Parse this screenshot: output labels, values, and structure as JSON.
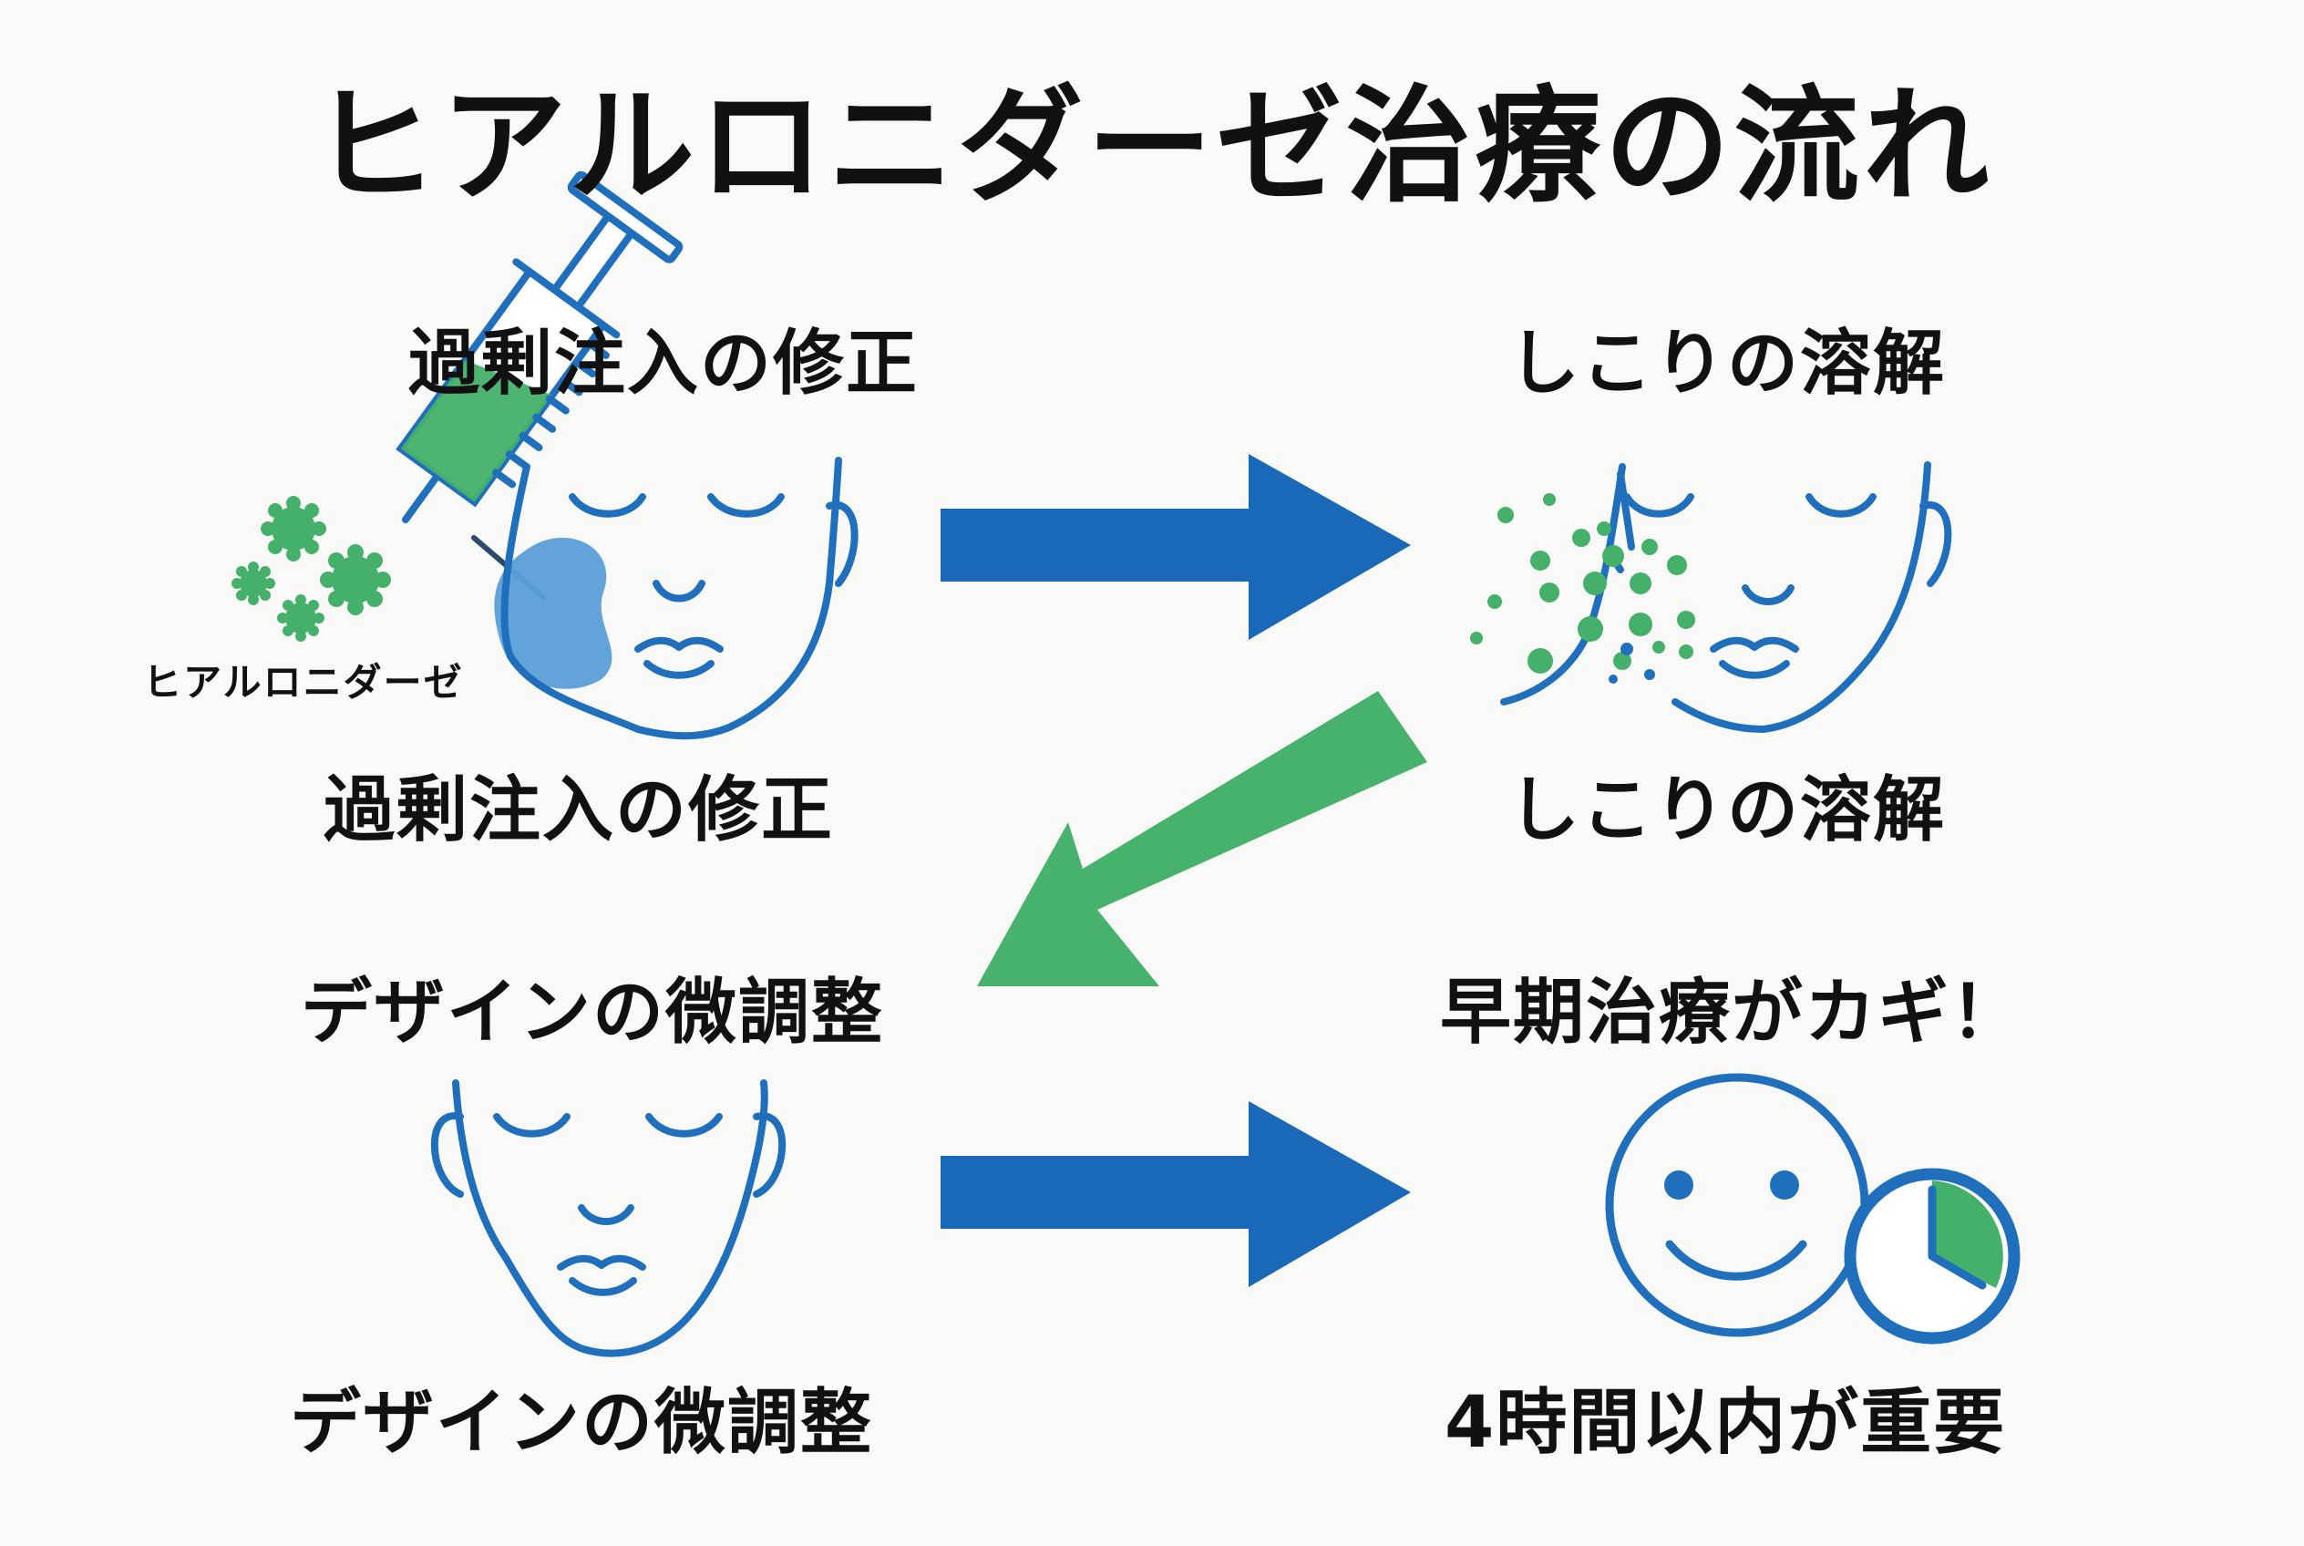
{
  "title": "ヒアルロニダーゼ治療の流れ",
  "steps": {
    "correction": {
      "heading": "過剰注入の修正",
      "caption": "過剰注入の修正",
      "syringe_label": "ヒアルロニダーゼ"
    },
    "dissolution": {
      "heading": "しこりの溶解",
      "caption": "しこりの溶解"
    },
    "design": {
      "heading": "デザインの微調整",
      "caption": "デザインの微調整"
    },
    "early": {
      "heading": "早期治療がカギ！",
      "caption": "4時間以内が重要"
    }
  },
  "colors": {
    "line_blue": "#1f6fbd",
    "arrow_blue": "#1a68b8",
    "arrow_green": "#47b26b",
    "dot_green": "#45b06a",
    "lump_blue": "#5a9fd8",
    "background": "#f9f9f7"
  },
  "icons": [
    "syringe-icon",
    "enzyme-cluster-icon",
    "face-icon",
    "smiley-icon",
    "clock-icon",
    "arrow-right-icon",
    "arrow-down-left-icon"
  ]
}
